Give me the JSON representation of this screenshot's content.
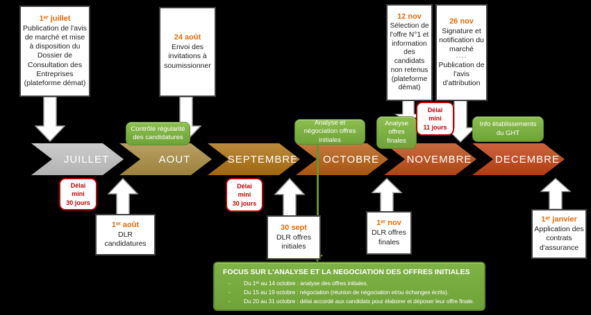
{
  "top_callouts": [
    {
      "date": "1ᵉʳ juillet",
      "text": "Publication de l'avis de marché et mise à disposition du Dossier de Consultation des Entreprises (plateforme démat)"
    },
    {
      "date": "24 août",
      "text": "Envoi des invitations à soumissionner"
    },
    {
      "date": "12 nov",
      "text": "Sélection de l'offre N°1 et information des candidats non retenus (plateforme démat)"
    },
    {
      "date": "26 nov",
      "text": "Signature et notification du marché",
      "separator": "----",
      "text2": "Publication de l'avis d'attribution"
    }
  ],
  "delay_badges": {
    "mini_11": "Délai\nmini\n11 jours",
    "mini_30_a": "Délai\nmini\n30 jours",
    "mini_30_b": "Délai\nmini\n30 jours"
  },
  "phase_labels": [
    {
      "text": "Contrôle régularité des candidatures"
    },
    {
      "text": "Analyse et négociation offres initiales"
    },
    {
      "text": "Analyse offres finales"
    },
    {
      "text": "Info établissements du GHT"
    }
  ],
  "timeline": {
    "months": [
      {
        "label": "JUILLET",
        "color": "#C1C1C1"
      },
      {
        "label": "AOUT",
        "color": "#A98C42"
      },
      {
        "label": "SEPTEMBRE",
        "color": "#AC7010"
      },
      {
        "label": "OCTOBRE",
        "color": "#B45C11"
      },
      {
        "label": "NOVEMBRE",
        "color": "#BB4A15"
      },
      {
        "label": "DECEMBRE",
        "color": "#C14113"
      }
    ]
  },
  "bottom_callouts": [
    {
      "date": "1ᵉʳ août",
      "text": "DLR candidatures"
    },
    {
      "date": "30 sept",
      "text": "DLR offres initiales"
    },
    {
      "date": "1ᵉʳ nov",
      "text": "DLR offres finales"
    },
    {
      "date": "1ᵉʳ janvier",
      "text": "Application des contrats d'assurance"
    }
  ],
  "focus": {
    "title": "FOCUS SUR L'ANALYSE ET LA NEGOCIATION DES OFFRES INITIALES",
    "bullets": [
      "Du 1ᵉʳ au 14 octobre : analyse des offres initiales.",
      "Du 15 au 19 octobre : négociation (réunion de négociation et/ou échanges écrits).",
      "Du 20 au 31 octobre : délai accordé aux candidats pour élaborer et déposer leur offre finale."
    ]
  },
  "colors": {
    "date_accent": "#E36C09",
    "badge_red": "#C00000",
    "phase_green": "#76A73C"
  }
}
